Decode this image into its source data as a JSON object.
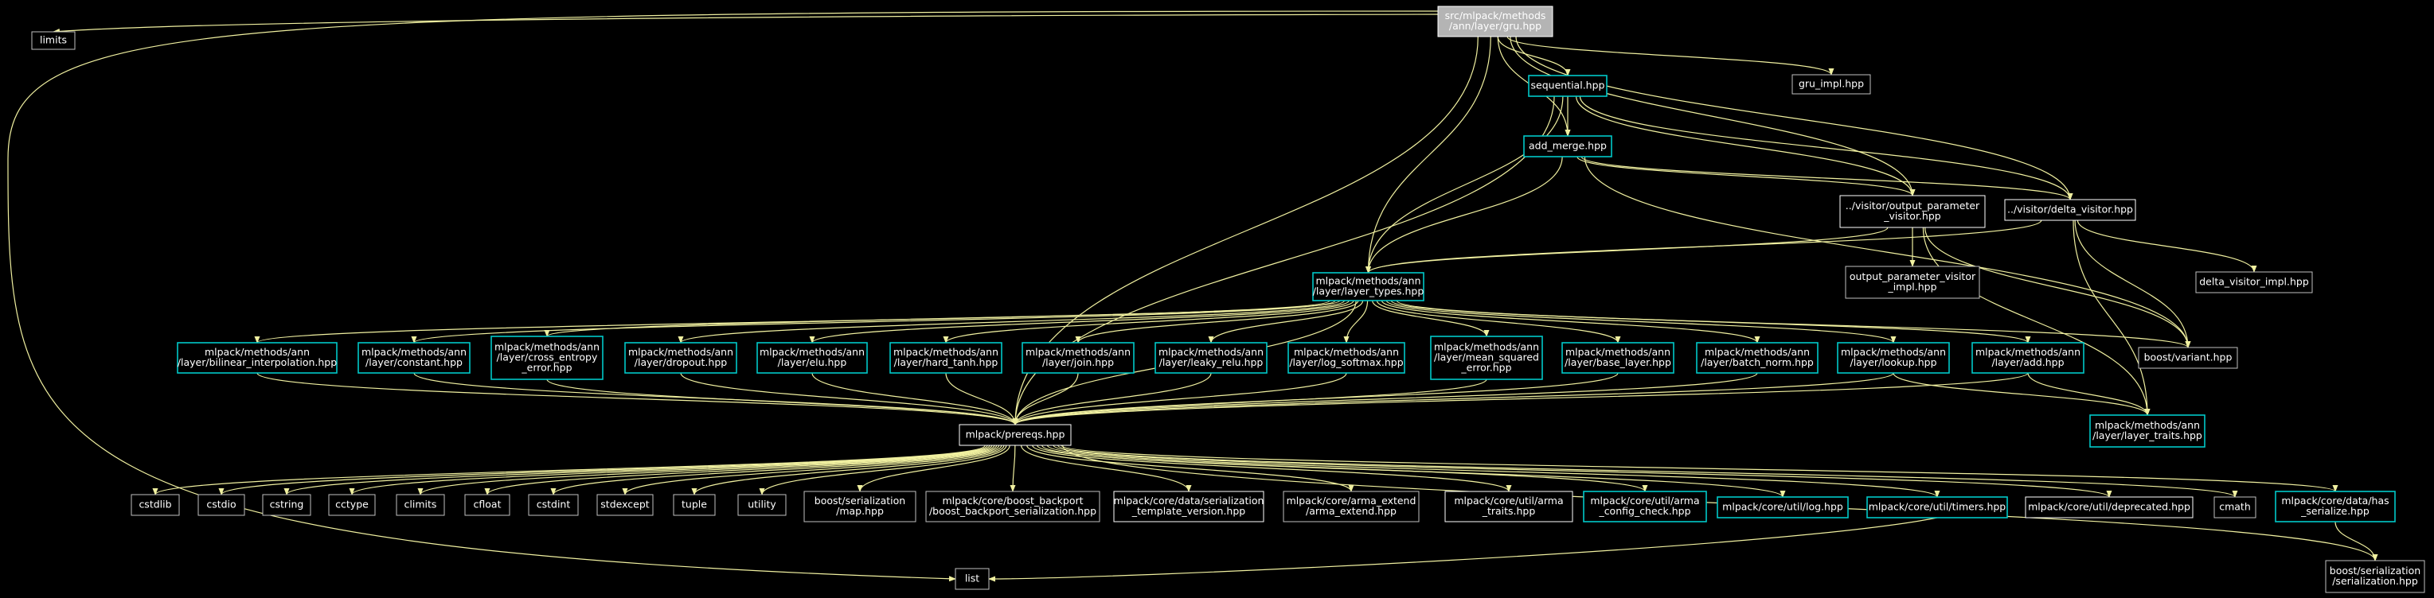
{
  "colors": {
    "background": "#000000",
    "edge": "#f0f0a0",
    "text": "#ffffff",
    "box_default": "#bfbfbf",
    "box_documented": "#00c8c8",
    "box_plain": "#ffffff",
    "root_fill": "#b4b4b4",
    "root_border": "#ffffff"
  },
  "nodes": {
    "gru": {
      "lines": [
        "src/mlpack/methods",
        "/ann/layer/gru.hpp"
      ],
      "style": "root"
    },
    "limits": {
      "lines": [
        "limits"
      ],
      "style": "ext"
    },
    "sequential": {
      "lines": [
        "sequential.hpp"
      ],
      "style": "doc"
    },
    "gru_impl": {
      "lines": [
        "gru_impl.hpp"
      ],
      "style": "ext"
    },
    "add_merge": {
      "lines": [
        "add_merge.hpp"
      ],
      "style": "doc"
    },
    "outparam": {
      "lines": [
        "../visitor/output_parameter",
        "_visitor.hpp"
      ],
      "style": "plain"
    },
    "delta": {
      "lines": [
        "../visitor/delta_visitor.hpp"
      ],
      "style": "plain"
    },
    "layer_types": {
      "lines": [
        "mlpack/methods/ann",
        "/layer/layer_types.hpp"
      ],
      "style": "doc"
    },
    "outparam_impl": {
      "lines": [
        "output_parameter_visitor",
        "_impl.hpp"
      ],
      "style": "ext"
    },
    "delta_impl": {
      "lines": [
        "delta_visitor_impl.hpp"
      ],
      "style": "ext"
    },
    "bilinear": {
      "lines": [
        "mlpack/methods/ann",
        "/layer/bilinear_interpolation.hpp"
      ],
      "style": "doc"
    },
    "constant": {
      "lines": [
        "mlpack/methods/ann",
        "/layer/constant.hpp"
      ],
      "style": "doc"
    },
    "cross": {
      "lines": [
        "mlpack/methods/ann",
        "/layer/cross_entropy",
        "_error.hpp"
      ],
      "style": "doc"
    },
    "dropout": {
      "lines": [
        "mlpack/methods/ann",
        "/layer/dropout.hpp"
      ],
      "style": "doc"
    },
    "elu": {
      "lines": [
        "mlpack/methods/ann",
        "/layer/elu.hpp"
      ],
      "style": "doc"
    },
    "hardtanh": {
      "lines": [
        "mlpack/methods/ann",
        "/layer/hard_tanh.hpp"
      ],
      "style": "doc"
    },
    "join": {
      "lines": [
        "mlpack/methods/ann",
        "/layer/join.hpp"
      ],
      "style": "doc"
    },
    "leaky": {
      "lines": [
        "mlpack/methods/ann",
        "/layer/leaky_relu.hpp"
      ],
      "style": "doc"
    },
    "logsoftmax": {
      "lines": [
        "mlpack/methods/ann",
        "/layer/log_softmax.hpp"
      ],
      "style": "doc"
    },
    "mse": {
      "lines": [
        "mlpack/methods/ann",
        "/layer/mean_squared",
        "_error.hpp"
      ],
      "style": "doc"
    },
    "baselayer": {
      "lines": [
        "mlpack/methods/ann",
        "/layer/base_layer.hpp"
      ],
      "style": "doc"
    },
    "batchnorm": {
      "lines": [
        "mlpack/methods/ann",
        "/layer/batch_norm.hpp"
      ],
      "style": "doc"
    },
    "lookup": {
      "lines": [
        "mlpack/methods/ann",
        "/layer/lookup.hpp"
      ],
      "style": "doc"
    },
    "add": {
      "lines": [
        "mlpack/methods/ann",
        "/layer/add.hpp"
      ],
      "style": "doc"
    },
    "variant": {
      "lines": [
        "boost/variant.hpp"
      ],
      "style": "ext"
    },
    "prereqs": {
      "lines": [
        "mlpack/prereqs.hpp"
      ],
      "style": "plain"
    },
    "layer_traits": {
      "lines": [
        "mlpack/methods/ann",
        "/layer/layer_traits.hpp"
      ],
      "style": "doc"
    },
    "cstdlib": {
      "lines": [
        "cstdlib"
      ],
      "style": "ext"
    },
    "cstdio": {
      "lines": [
        "cstdio"
      ],
      "style": "ext"
    },
    "cstring": {
      "lines": [
        "cstring"
      ],
      "style": "ext"
    },
    "cctype": {
      "lines": [
        "cctype"
      ],
      "style": "ext"
    },
    "climits": {
      "lines": [
        "climits"
      ],
      "style": "ext"
    },
    "cfloat": {
      "lines": [
        "cfloat"
      ],
      "style": "ext"
    },
    "cstdint": {
      "lines": [
        "cstdint"
      ],
      "style": "ext"
    },
    "stdexcept": {
      "lines": [
        "stdexcept"
      ],
      "style": "ext"
    },
    "tuple": {
      "lines": [
        "tuple"
      ],
      "style": "ext"
    },
    "utility": {
      "lines": [
        "utility"
      ],
      "style": "ext"
    },
    "map": {
      "lines": [
        "boost/serialization",
        "/map.hpp"
      ],
      "style": "ext"
    },
    "backport": {
      "lines": [
        "mlpack/core/boost_backport",
        "/boost_backport_serialization.hpp"
      ],
      "style": "ext"
    },
    "serial_tmpl": {
      "lines": [
        "mlpack/core/data/serialization",
        "_template_version.hpp"
      ],
      "style": "plain"
    },
    "arma_ext": {
      "lines": [
        "mlpack/core/arma_extend",
        "/arma_extend.hpp"
      ],
      "style": "ext"
    },
    "arma_traits": {
      "lines": [
        "mlpack/core/util/arma",
        "_traits.hpp"
      ],
      "style": "plain"
    },
    "arma_config": {
      "lines": [
        "mlpack/core/util/arma",
        "_config_check.hpp"
      ],
      "style": "doc"
    },
    "log": {
      "lines": [
        "mlpack/core/util/log.hpp"
      ],
      "style": "doc"
    },
    "timers": {
      "lines": [
        "mlpack/core/util/timers.hpp"
      ],
      "style": "doc"
    },
    "deprecated": {
      "lines": [
        "mlpack/core/util/deprecated.hpp"
      ],
      "style": "plain"
    },
    "cmath": {
      "lines": [
        "cmath"
      ],
      "style": "ext"
    },
    "has_serialize": {
      "lines": [
        "mlpack/core/data/has",
        "_serialize.hpp"
      ],
      "style": "doc"
    },
    "list": {
      "lines": [
        "list"
      ],
      "style": "ext"
    },
    "serialization": {
      "lines": [
        "boost/serialization",
        "/serialization.hpp"
      ],
      "style": "ext"
    }
  },
  "edges": [
    [
      "gru",
      "limits"
    ],
    [
      "gru",
      "list"
    ],
    [
      "gru",
      "prereqs"
    ],
    [
      "gru",
      "sequential"
    ],
    [
      "gru",
      "gru_impl"
    ],
    [
      "gru",
      "add_merge"
    ],
    [
      "gru",
      "outparam"
    ],
    [
      "gru",
      "delta"
    ],
    [
      "gru",
      "layer_types"
    ],
    [
      "sequential",
      "add_merge"
    ],
    [
      "sequential",
      "outparam"
    ],
    [
      "sequential",
      "delta"
    ],
    [
      "sequential",
      "layer_types"
    ],
    [
      "sequential",
      "prereqs"
    ],
    [
      "add_merge",
      "outparam"
    ],
    [
      "add_merge",
      "delta"
    ],
    [
      "add_merge",
      "layer_types"
    ],
    [
      "add_merge",
      "variant"
    ],
    [
      "outparam",
      "layer_types"
    ],
    [
      "outparam",
      "outparam_impl"
    ],
    [
      "outparam",
      "variant"
    ],
    [
      "outparam",
      "layer_traits"
    ],
    [
      "delta",
      "layer_types"
    ],
    [
      "delta",
      "delta_impl"
    ],
    [
      "delta",
      "variant"
    ],
    [
      "delta",
      "layer_traits"
    ],
    [
      "layer_types",
      "bilinear"
    ],
    [
      "layer_types",
      "constant"
    ],
    [
      "layer_types",
      "cross"
    ],
    [
      "layer_types",
      "dropout"
    ],
    [
      "layer_types",
      "elu"
    ],
    [
      "layer_types",
      "hardtanh"
    ],
    [
      "layer_types",
      "join"
    ],
    [
      "layer_types",
      "leaky"
    ],
    [
      "layer_types",
      "logsoftmax"
    ],
    [
      "layer_types",
      "mse"
    ],
    [
      "layer_types",
      "baselayer"
    ],
    [
      "layer_types",
      "batchnorm"
    ],
    [
      "layer_types",
      "lookup"
    ],
    [
      "layer_types",
      "add"
    ],
    [
      "layer_types",
      "variant"
    ],
    [
      "layer_types",
      "prereqs"
    ],
    [
      "bilinear",
      "prereqs"
    ],
    [
      "constant",
      "prereqs"
    ],
    [
      "cross",
      "prereqs"
    ],
    [
      "dropout",
      "prereqs"
    ],
    [
      "elu",
      "prereqs"
    ],
    [
      "hardtanh",
      "prereqs"
    ],
    [
      "join",
      "prereqs"
    ],
    [
      "leaky",
      "prereqs"
    ],
    [
      "logsoftmax",
      "prereqs"
    ],
    [
      "mse",
      "prereqs"
    ],
    [
      "baselayer",
      "prereqs"
    ],
    [
      "batchnorm",
      "prereqs"
    ],
    [
      "lookup",
      "prereqs"
    ],
    [
      "add",
      "prereqs"
    ],
    [
      "lookup",
      "layer_traits"
    ],
    [
      "add",
      "layer_traits"
    ],
    [
      "prereqs",
      "cstdlib"
    ],
    [
      "prereqs",
      "cstdio"
    ],
    [
      "prereqs",
      "cstring"
    ],
    [
      "prereqs",
      "cctype"
    ],
    [
      "prereqs",
      "climits"
    ],
    [
      "prereqs",
      "cfloat"
    ],
    [
      "prereqs",
      "cstdint"
    ],
    [
      "prereqs",
      "stdexcept"
    ],
    [
      "prereqs",
      "tuple"
    ],
    [
      "prereqs",
      "utility"
    ],
    [
      "prereqs",
      "map"
    ],
    [
      "prereqs",
      "backport"
    ],
    [
      "prereqs",
      "serial_tmpl"
    ],
    [
      "prereqs",
      "arma_ext"
    ],
    [
      "prereqs",
      "arma_traits"
    ],
    [
      "prereqs",
      "arma_config"
    ],
    [
      "prereqs",
      "log"
    ],
    [
      "prereqs",
      "timers"
    ],
    [
      "prereqs",
      "deprecated"
    ],
    [
      "prereqs",
      "cmath"
    ],
    [
      "prereqs",
      "has_serialize"
    ],
    [
      "prereqs",
      "serialization"
    ],
    [
      "timers",
      "list"
    ],
    [
      "has_serialize",
      "serialization"
    ]
  ]
}
